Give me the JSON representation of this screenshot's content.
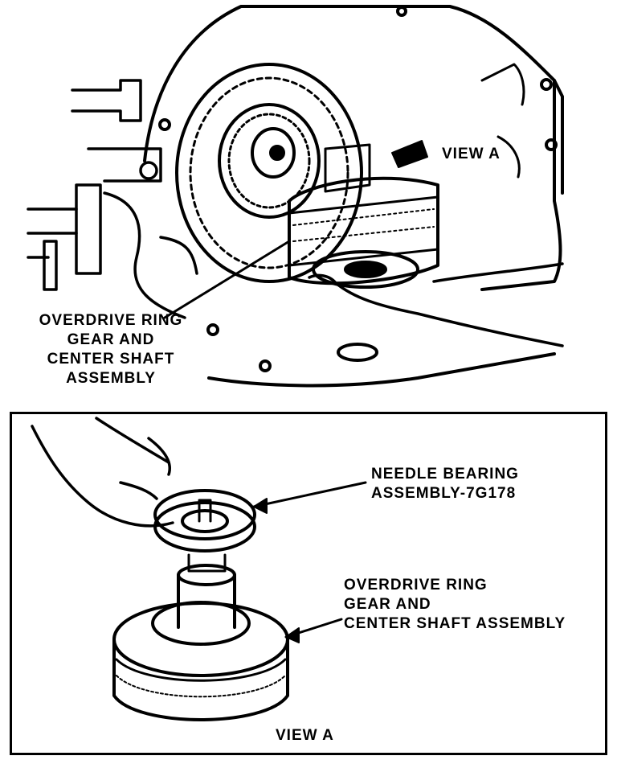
{
  "top_callout": {
    "view_label": "VIEW A",
    "part_label_lines": [
      "OVERDRIVE RING",
      "GEAR AND",
      "CENTER SHAFT",
      "ASSEMBLY"
    ]
  },
  "view_a": {
    "bearing_label_lines": [
      "NEEDLE BEARING",
      "ASSEMBLY-7G178"
    ],
    "part_label_lines": [
      "OVERDRIVE RING",
      "GEAR AND",
      "CENTER SHAFT ASSEMBLY"
    ],
    "caption": "VIEW A"
  }
}
